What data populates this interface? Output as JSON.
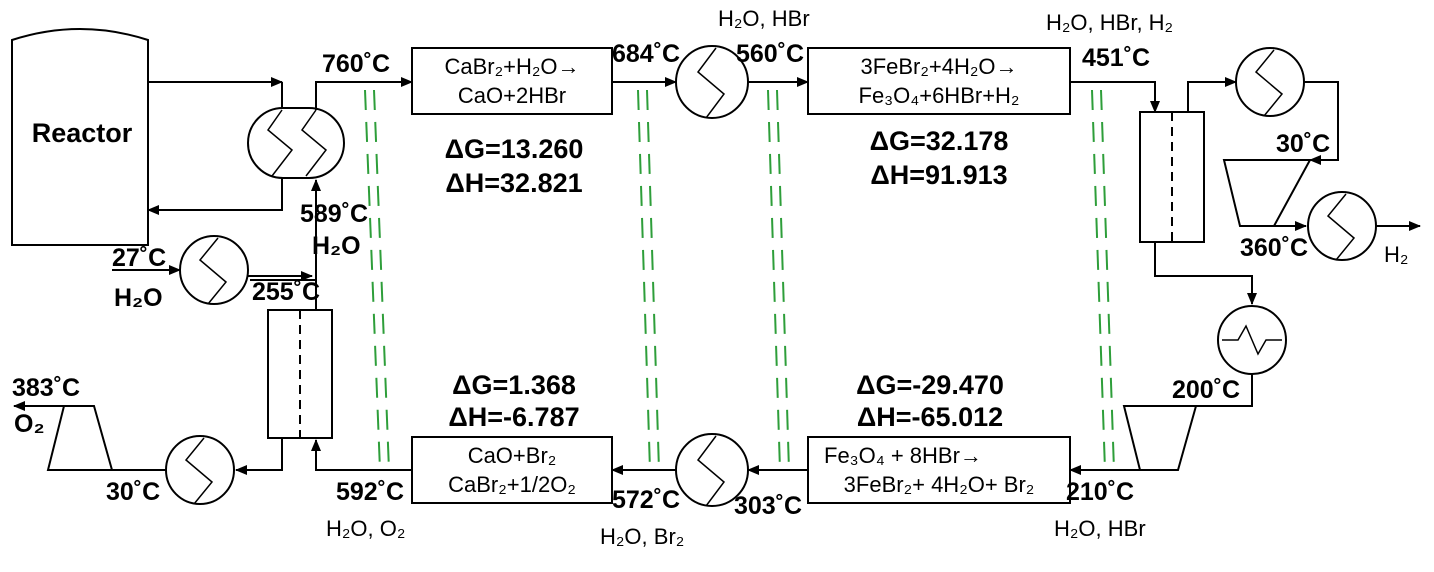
{
  "reactor": {
    "label": "Reactor"
  },
  "reactions": {
    "r1": {
      "line1": "CaBr₂+H₂O→",
      "line2": "CaO+2HBr",
      "dG": "ΔG=13.260",
      "dH": "ΔH=32.821"
    },
    "r2": {
      "line1": "3FeBr₂+4H₂O→",
      "line2": "Fe₃O₄+6HBr+H₂",
      "dG": "ΔG=32.178",
      "dH": "ΔH=91.913"
    },
    "r3": {
      "line1": "Fe₃O₄ + 8HBr→",
      "line2": "3FeBr₂+ 4H₂O+ Br₂",
      "dG": "ΔG=-29.470",
      "dH": "ΔH=-65.012"
    },
    "r4": {
      "line1": "CaO+Br₂",
      "line2": "CaBr₂+1/2O₂",
      "dG": "ΔG=1.368",
      "dH": "ΔH=-6.787"
    }
  },
  "temps": {
    "t760": "760˚C",
    "t684": "684˚C",
    "t560": "560˚C",
    "t451": "451˚C",
    "t30a": "30˚C",
    "t360": "360˚C",
    "t589": "589˚C",
    "t27": "27˚C",
    "t255": "255˚C",
    "t383": "383˚C",
    "t30b": "30˚C",
    "t592": "592˚C",
    "t572": "572˚C",
    "t303": "303˚C",
    "t210": "210˚C",
    "t200": "200˚C"
  },
  "streams": {
    "h2o_hbr_top": "H₂O, HBr",
    "h2o_hbr_h2": "H₂O, HBr, H₂",
    "h2": "H₂",
    "h2o_left": "H₂O",
    "h2o_feed": "H₂O",
    "o2": "O₂",
    "h2o_o2": "H₂O, O₂",
    "h2o_br2": "H₂O, Br₂",
    "h2o_hbr_bottom": "H₂O, HBr"
  }
}
